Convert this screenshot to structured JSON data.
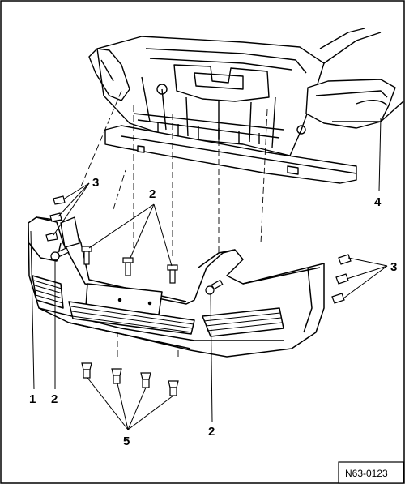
{
  "diagram": {
    "reference_code": "N63-0123",
    "callouts": {
      "c1": "1",
      "c2_lower_left": "2",
      "c2_top": "2",
      "c2_bottom": "2",
      "c3_left": "3",
      "c3_right": "3",
      "c4": "4",
      "c5": "5"
    }
  }
}
